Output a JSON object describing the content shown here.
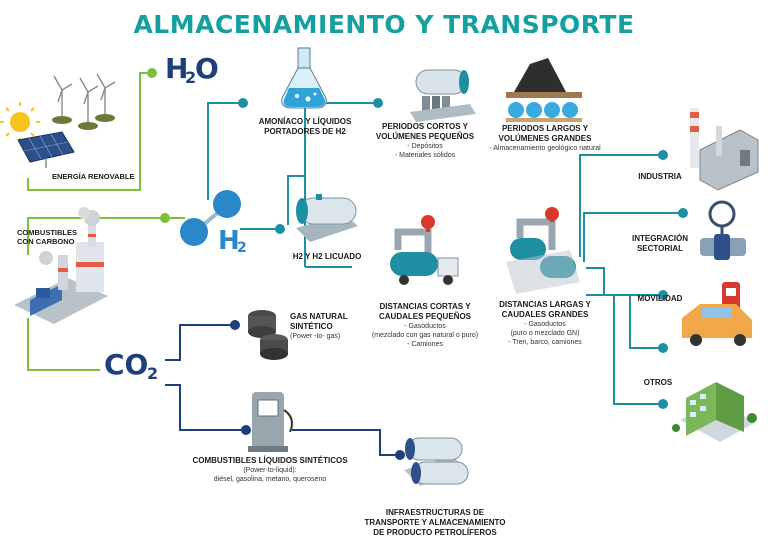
{
  "title": "ALMACENAMIENTO Y TRANSPORTE",
  "sources": {
    "renewable": "ENERGÍA RENOVABLE",
    "fossil": "COMBUSTIBLES CON CARBONO"
  },
  "molecules": {
    "h2o": {
      "main": "H",
      "sub": "2",
      "end": "O"
    },
    "h2": {
      "main": "H",
      "sub": "2"
    },
    "co2": {
      "main": "CO",
      "sub": "2"
    }
  },
  "nodes": {
    "ammonia": {
      "title": "AMONÍACO Y LÍQUIDOS PORTADORES DE H2"
    },
    "h2_liquid": {
      "title": "H2 Y H2 LICUADO"
    },
    "short_periods": {
      "title": "PERIODOS CORTOS Y VOLÚMENES PEQUEÑOS",
      "lines": [
        "- Depósitos",
        "- Materiales sólidos"
      ]
    },
    "long_periods": {
      "title": "PERIODOS LARGOS Y VOLÚMENES GRANDES",
      "lines": [
        "- Almacenamiento geológico natural"
      ]
    },
    "short_distances": {
      "title": "DISTANCIAS CORTAS Y CAUDALES PEQUEÑOS",
      "lines": [
        "- Gasoductos",
        "(mezclado con gas natural o puro)",
        "- Camiones"
      ]
    },
    "long_distances": {
      "title": "DISTANCIAS LARGAS Y CAUDALES GRANDES",
      "lines": [
        "- Gasoductos",
        "(puro o mezclado GN)",
        "- Tren, barco, camiones"
      ]
    },
    "synthetic_gas": {
      "title": "GAS NATURAL SINTÉTICO",
      "lines": [
        "(Power -to- gas)"
      ]
    },
    "synthetic_fuels": {
      "title": "COMBUSTIBLES LÍQUIDOS SINTÉTICOS",
      "lines": [
        "(Power-to-liquid):",
        "diésel, gasolina, metano, queroseno"
      ]
    },
    "infrastructure": {
      "title": "INFRAESTRUCTURAS DE TRANSPORTE Y ALMACENAMIENTO DE PRODUCTO PETROLÍFEROS"
    }
  },
  "uses": [
    "INDUSTRIA",
    "INTEGRACIÓN SECTORIAL",
    "MOVILIDAD",
    "OTROS"
  ],
  "colors": {
    "title": "#15a0a0",
    "green": "#7dbf3a",
    "teal": "#1e8fa3",
    "navy": "#1d3f7c",
    "blue_circle": "#2a88c8"
  }
}
